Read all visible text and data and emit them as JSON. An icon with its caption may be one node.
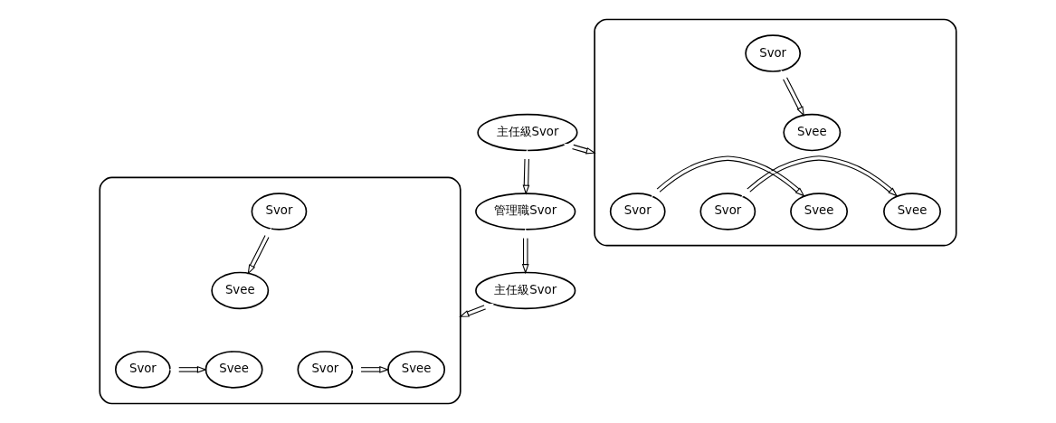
{
  "diagram": {
    "nodes": [
      {
        "text": [
          "管理職Svor"
        ]
      },
      {
        "text": [
          "主任級Svor"
        ]
      },
      {
        "text": [
          "主任級Svor"
        ]
      },
      {
        "text": [],
        "shape": "box"
      },
      {
        "text": [
          "Svor"
        ],
        "in": 3
      },
      {
        "text": [
          "Svee"
        ],
        "in": 3
      },
      {
        "text": [
          "Svor"
        ],
        "in": 3
      },
      {
        "text": [
          "Svee"
        ],
        "in": 3
      },
      {
        "text": [
          "Svor"
        ],
        "in": 3
      },
      {
        "text": [
          "Svee"
        ],
        "in": 3
      },
      {
        "text": [],
        "shape": "box"
      },
      {
        "text": [
          "Svor"
        ],
        "in": 10
      },
      {
        "text": [
          "Svee"
        ],
        "in": 10
      },
      {
        "text": [
          "Svor"
        ],
        "in": 10
      },
      {
        "text": [
          "Svee"
        ],
        "in": 10
      },
      {
        "text": [
          "Svor"
        ],
        "in": 10
      },
      {
        "text": [
          "Svee"
        ],
        "in": 10
      }
    ],
    "edges": [
      {
        "from": 1,
        "to": 0,
        "arrow": "both"
      },
      {
        "from": 0,
        "to": 2,
        "arrow": "both"
      },
      {
        "from": 1,
        "to": 3,
        "arrow": "both"
      },
      {
        "from": 2,
        "to": 10,
        "arrow": "both"
      },
      {
        "from": 4,
        "to": 5,
        "arrow": "both"
      },
      {
        "from": 6,
        "to": 7,
        "arrow": "both"
      },
      {
        "from": 8,
        "to": 9,
        "arrow": "both"
      },
      {
        "from": 11,
        "to": 12,
        "arrow": "both"
      },
      {
        "from": 13,
        "to": 14,
        "arrow": "both"
      },
      {
        "from": 15,
        "to": 16,
        "arrow": "both"
      }
    ]
  }
}
